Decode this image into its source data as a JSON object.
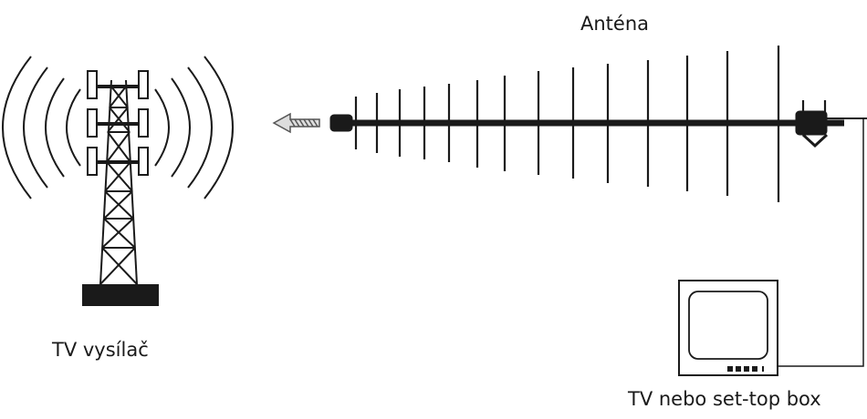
{
  "labels": {
    "antenna": "Anténa",
    "transmitter": "TV vysílač",
    "tv": "TV nebo set-top box"
  },
  "colors": {
    "ink": "#1a1a1a",
    "background": "#ffffff"
  },
  "icons": [
    "tower-icon",
    "radio-waves-icon",
    "signal-arrow-icon",
    "antenna-icon",
    "tv-icon"
  ]
}
